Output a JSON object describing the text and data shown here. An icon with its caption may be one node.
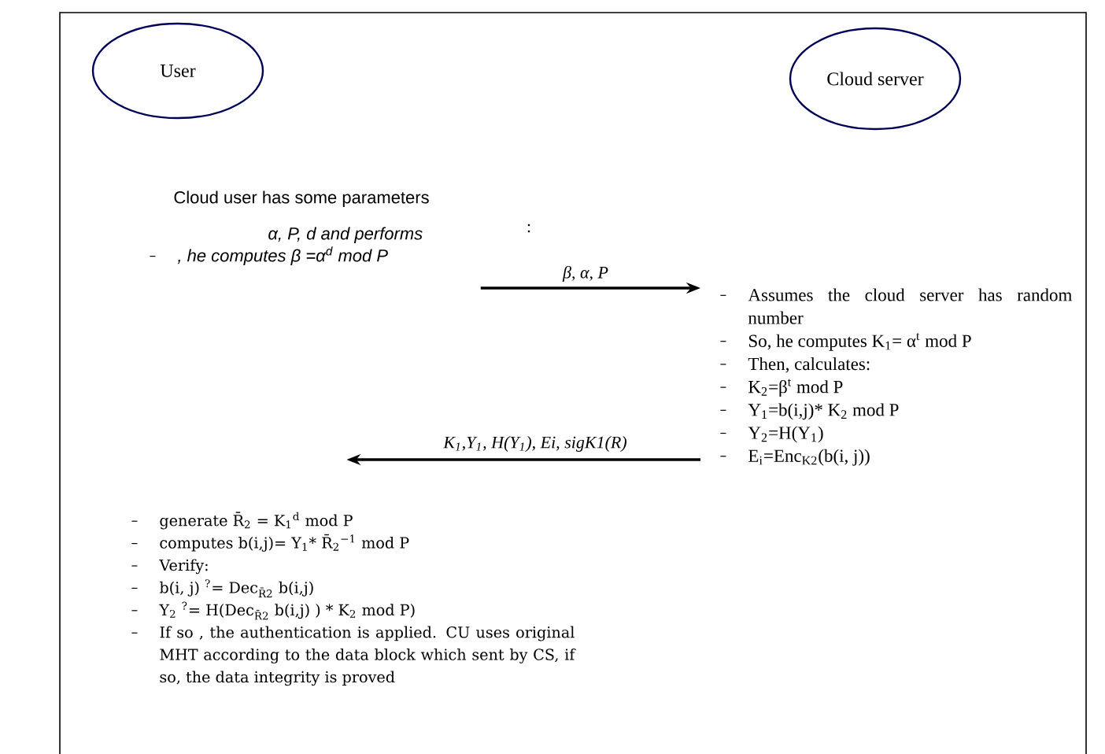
{
  "diagram": {
    "nodes": [
      {
        "text": [
          "User"
        ]
      },
      {
        "text": [
          "Cloud server"
        ]
      },
      {
        "text": [
          "Cloud user has some parameters",
          "α, P, d and performs",
          ", he computes β =α$^{d}$ mod P"
        ]
      },
      {
        "text": [
          "Assumes the cloud server has random number",
          "So, he computes K$_{1}$= α$^{t}$ mod P",
          "Then, calculates:",
          "K$_{2}$=β$^{t}$ mod P",
          "Y$_{1}$=b(i,j)* K$_{2}$ mod P",
          "Y$_{2}$=H(Y$_{1}$)",
          "E$_{i}$=Enc$_{K2}$(b(i, j))"
        ]
      },
      {
        "text": [
          "generate R̄$_{2}$ = K$_{1}$$^{d}$ mod P",
          "computes b(i,j)= Y$_{1}$* R̄$_{2}$$^{−1}$ mod P",
          "Verify:",
          "b(i, j) $^{?}$= Dec$_{R̄2}$ b(i,j)",
          "Y$_{2}$ $^{?}$= H(Dec$_{R̄2}$ b(i,j) ) * K$_{2}$ mod P)",
          "If so , the authentication is applied. CU uses original MHT according to the data block which sent by CS, if so, the data integrity is proved"
        ]
      }
    ],
    "edges": [
      {
        "from": 2,
        "to": 3,
        "arrow": "to",
        "label": "β, α, P"
      },
      {
        "from": 3,
        "to": 4,
        "arrow": "to",
        "label": "K$_{1}$,Y$_{1}$, H(Y$_{1}$), Ei, sigK1(R)"
      }
    ],
    "labels": [
      ":"
    ]
  }
}
